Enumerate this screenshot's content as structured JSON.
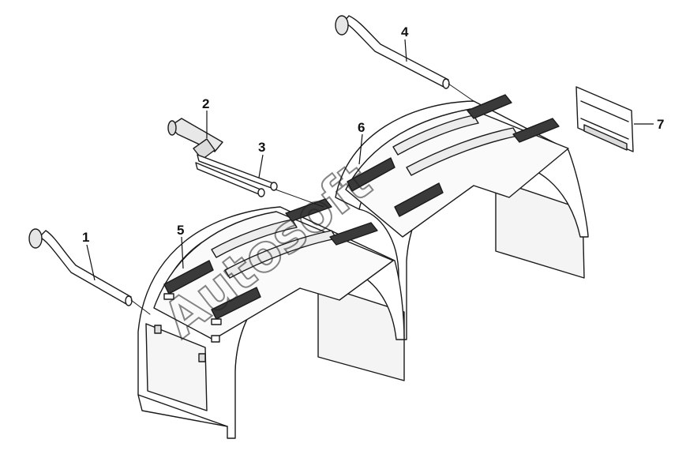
{
  "diagram": {
    "watermark": "Autosoft",
    "callouts": [
      "1",
      "2",
      "3",
      "4",
      "5",
      "6",
      "7"
    ]
  },
  "colors": {
    "line": "#1a1a1a",
    "part_fill": "#ffffff",
    "shade": "#d9d9d9",
    "strap": "#3a3a3a"
  }
}
